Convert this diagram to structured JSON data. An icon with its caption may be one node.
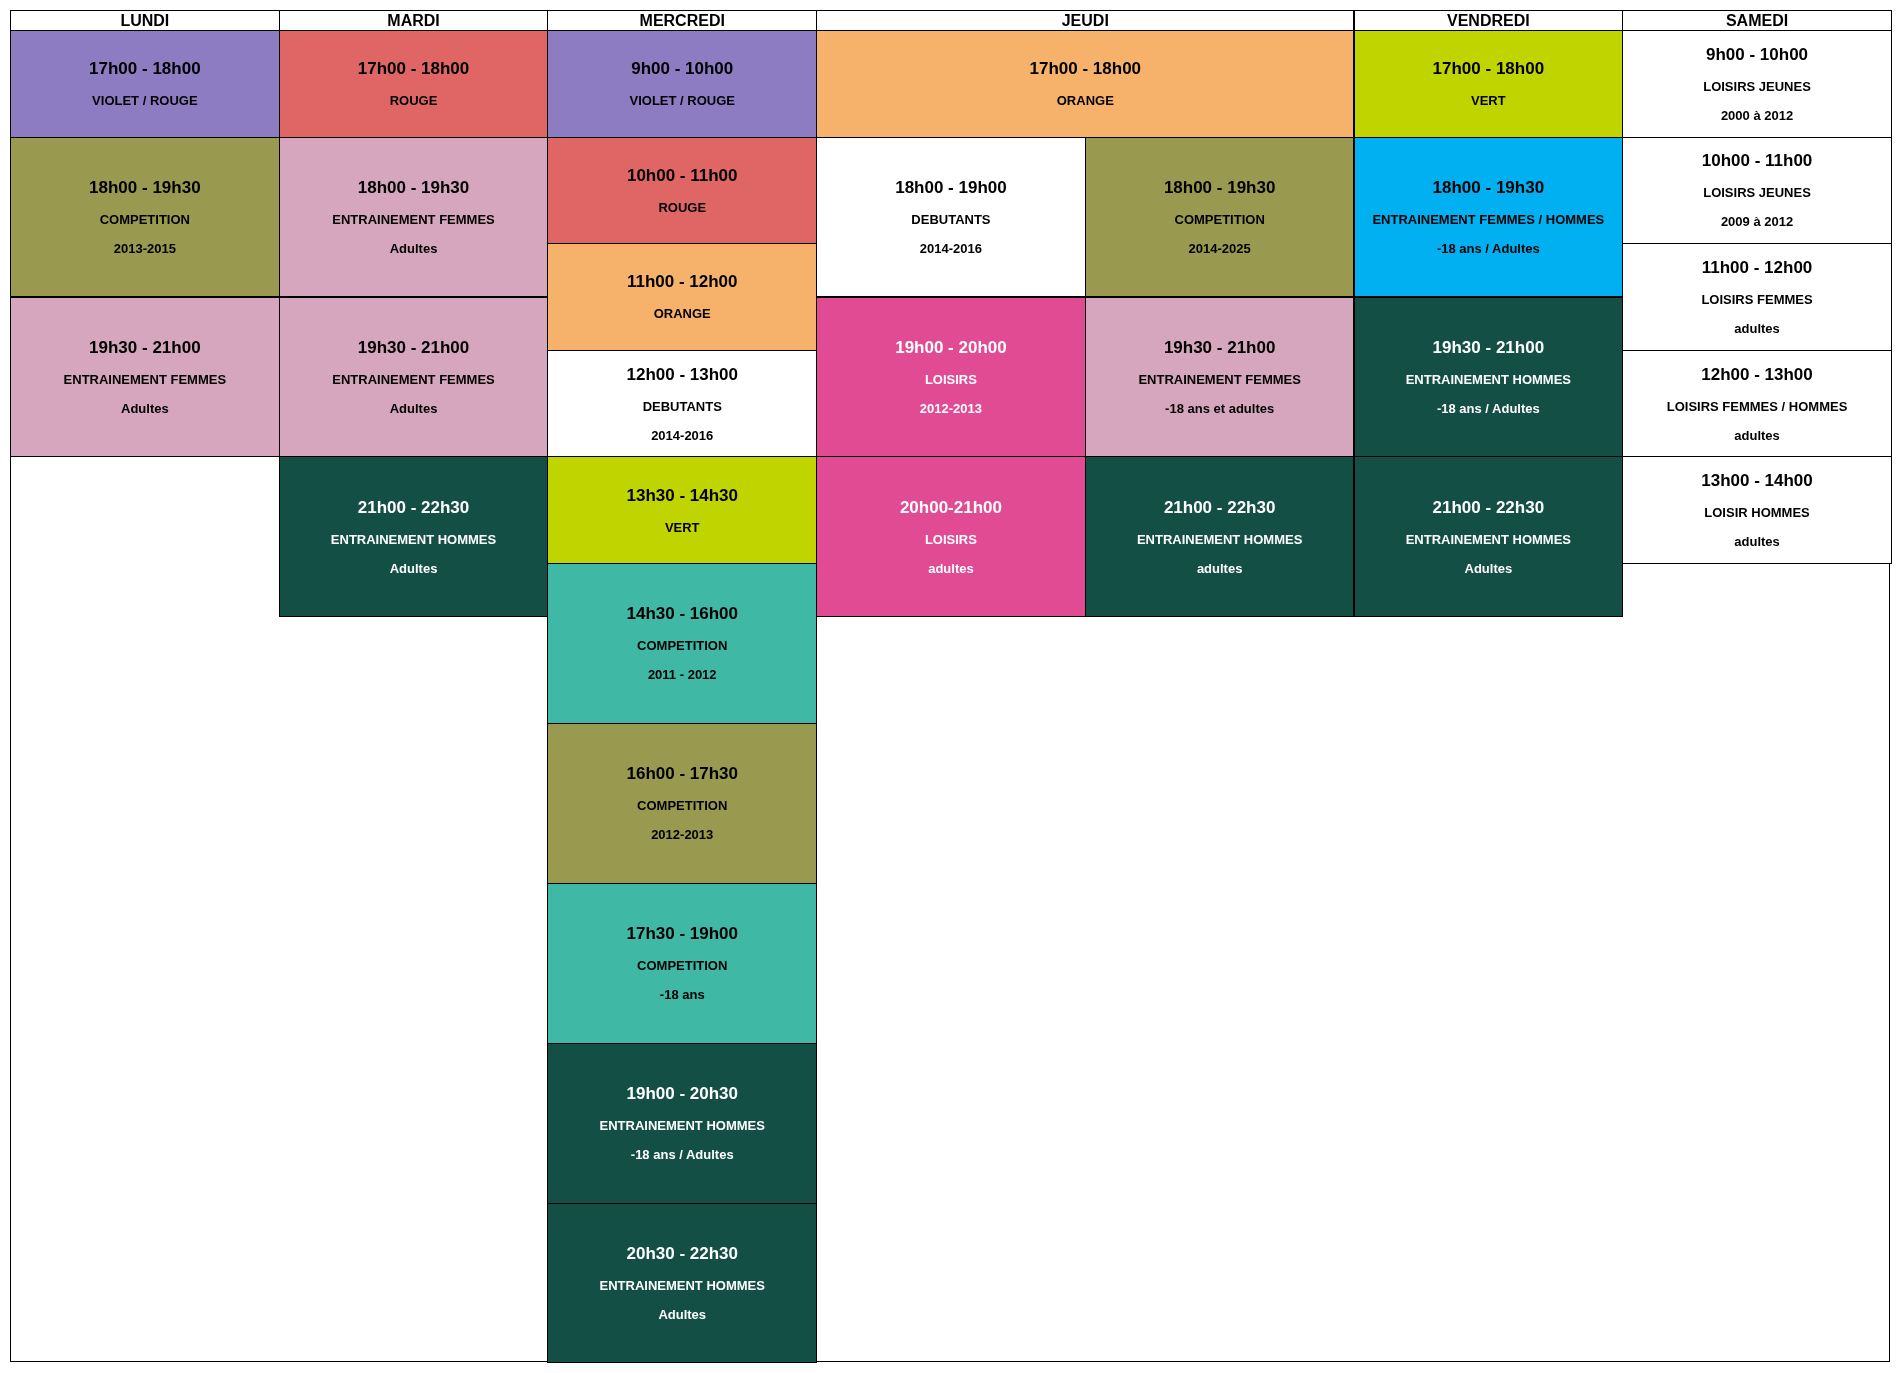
{
  "diagram": {
    "nodes": [
      {
        "text": [
          "LUNDI"
        ]
      },
      {
        "text": [
          "MARDI"
        ]
      },
      {
        "text": [
          "MERCREDI"
        ]
      },
      {
        "text": [
          "JEUDI"
        ]
      },
      {
        "text": [
          "VENDREDI"
        ]
      },
      {
        "text": [
          "SAMEDI"
        ]
      },
      {
        "text": [
          "17h00 - 18h00",
          "VIOLET / ROUGE"
        ]
      },
      {
        "text": [
          "18h00 - 19h30",
          "COMPETITION",
          "2013-2015"
        ]
      },
      {
        "text": [
          "19h30  - 21h00",
          "ENTRAINEMENT FEMMES",
          "Adultes"
        ]
      },
      {
        "text": [
          "17h00 - 18h00",
          "ROUGE"
        ]
      },
      {
        "text": [
          "18h00 - 19h30",
          "ENTRAINEMENT FEMMES",
          "Adultes"
        ]
      },
      {
        "text": [
          "19h30  - 21h00",
          "ENTRAINEMENT FEMMES",
          "Adultes"
        ]
      },
      {
        "text": [
          "21h00 - 22h30",
          "ENTRAINEMENT HOMMES",
          "Adultes"
        ]
      },
      {
        "text": [
          "9h00 - 10h00",
          "VIOLET / ROUGE"
        ]
      },
      {
        "text": [
          "10h00 - 11h00",
          "ROUGE"
        ]
      },
      {
        "text": [
          "11h00 - 12h00",
          "ORANGE"
        ]
      },
      {
        "text": [
          "12h00 - 13h00",
          "DEBUTANTS",
          "2014-2016"
        ]
      },
      {
        "text": [
          "13h30 - 14h30",
          "VERT"
        ]
      },
      {
        "text": [
          "14h30 - 16h00",
          "COMPETITION",
          "2011 - 2012"
        ]
      },
      {
        "text": [
          "16h00 - 17h30",
          "COMPETITION",
          "2012-2013"
        ]
      },
      {
        "text": [
          "17h30 - 19h00",
          "COMPETITION",
          "-18 ans"
        ]
      },
      {
        "text": [
          "19h00 - 20h30",
          "ENTRAINEMENT HOMMES",
          "-18 ans / Adultes"
        ]
      },
      {
        "text": [
          "20h30 - 22h30",
          "ENTRAINEMENT HOMMES",
          "Adultes"
        ]
      },
      {
        "text": [
          "17h00 - 18h00",
          "ORANGE"
        ]
      },
      {
        "text": [
          "18h00 - 19h00",
          "DEBUTANTS",
          "2014-2016"
        ]
      },
      {
        "text": [
          "18h00 - 19h30",
          "COMPETITION",
          "2014-2025"
        ]
      },
      {
        "text": [
          "19h00  - 20h00",
          "LOISIRS",
          "2012-2013"
        ]
      },
      {
        "text": [
          "19h30  - 21h00",
          "ENTRAINEMENT FEMMES",
          "-18 ans et adultes"
        ]
      },
      {
        "text": [
          "20h00-21h00",
          "LOISIRS",
          "adultes"
        ]
      },
      {
        "text": [
          "21h00 - 22h30",
          "ENTRAINEMENT HOMMES",
          "adultes"
        ]
      },
      {
        "text": [
          "17h00 - 18h00",
          "VERT"
        ]
      },
      {
        "text": [
          "18h00 - 19h30",
          "ENTRAINEMENT FEMMES / HOMMES",
          "-18 ans / Adultes"
        ]
      },
      {
        "text": [
          "19h30 - 21h00",
          "ENTRAINEMENT HOMMES",
          "-18 ans / Adultes"
        ]
      },
      {
        "text": [
          "21h00 - 22h30",
          "ENTRAINEMENT HOMMES",
          "Adultes"
        ]
      },
      {
        "text": [
          "9h00 - 10h00",
          "LOISIRS JEUNES",
          "2000 à 2012"
        ]
      },
      {
        "text": [
          "10h00 - 11h00",
          "LOISIRS JEUNES",
          "2009 à 2012"
        ]
      },
      {
        "text": [
          "11h00 - 12h00",
          "LOISIRS FEMMES",
          "adultes"
        ]
      },
      {
        "text": [
          "12h00 - 13h00",
          "LOISIRS FEMMES / HOMMES",
          "adultes"
        ]
      },
      {
        "text": [
          "13h00 - 14h00",
          "LOISIR HOMMES",
          "adultes"
        ]
      }
    ]
  }
}
